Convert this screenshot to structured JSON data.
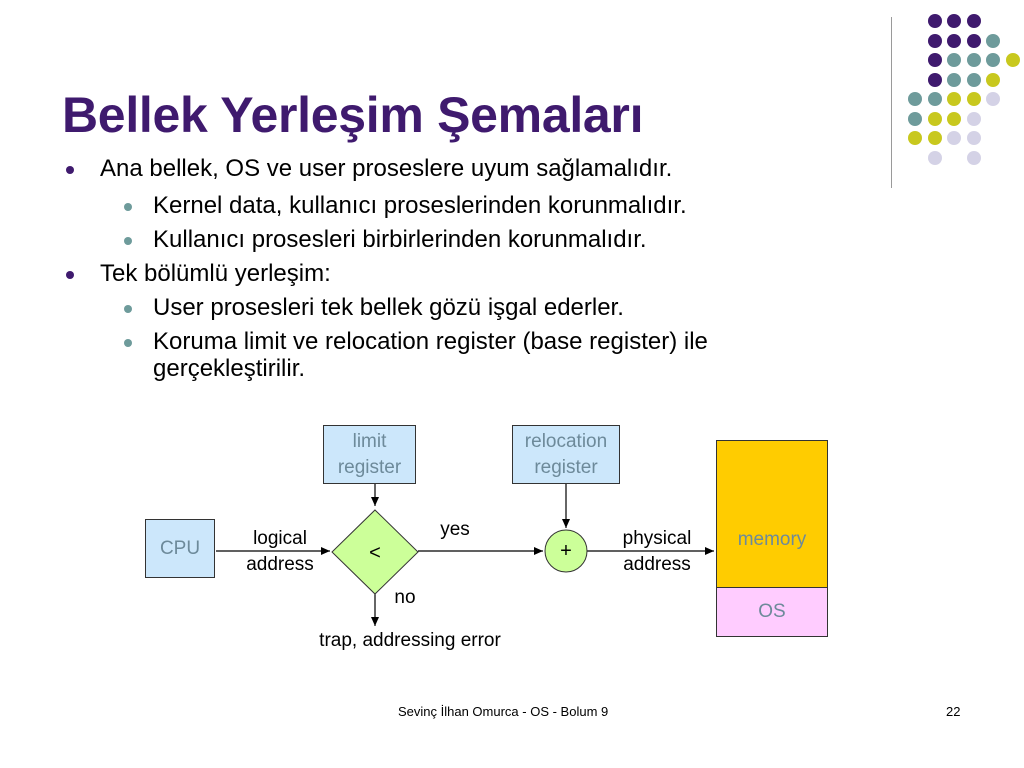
{
  "slide": {
    "title": "Bellek Yerleşim Şemaları",
    "bullets": [
      {
        "level": 1,
        "text": "Ana bellek, OS ve user proseslere uyum sağlamalıdır."
      },
      {
        "level": 2,
        "text": "Kernel data, kullanıcı proseslerinden korunmalıdır."
      },
      {
        "level": 2,
        "text": "Kullanıcı prosesleri birbirlerinden korunmalıdır."
      },
      {
        "level": 1,
        "text": "Tek bölümlü yerleşim:"
      },
      {
        "level": 2,
        "text": "User prosesleri tek bellek gözü işgal ederler."
      },
      {
        "level": 2,
        "text": "Koruma limit ve relocation register (base register) ile"
      },
      {
        "level": 2,
        "text": "gerçekleştirilir.",
        "continuation": true
      }
    ]
  },
  "diagram": {
    "limit_register": [
      "limit",
      "register"
    ],
    "relocation_register": [
      "relocation",
      "register"
    ],
    "cpu": "CPU",
    "logical_address": [
      "logical",
      "address"
    ],
    "compare_symbol": "<",
    "yes": "yes",
    "add_symbol": "+",
    "physical_address": [
      "physical",
      "address"
    ],
    "no": "no",
    "trap": "trap, addressing error",
    "memory": "memory",
    "os": "OS"
  },
  "footer": {
    "author": "Sevinç İlhan Omurca - OS - Bolum 9",
    "page_number": "22"
  },
  "colors": {
    "title": "#3f1a6e",
    "dot_purple": "#3f1a6e",
    "dot_teal": "#6e9b9b",
    "dot_yellow": "#c8c81e",
    "dot_lavender": "#d4d2e6",
    "register_fill": "#cce7fb",
    "compare_fill": "#ccff99",
    "memory_fill": "#ffcc00",
    "os_fill": "#ffccff"
  }
}
